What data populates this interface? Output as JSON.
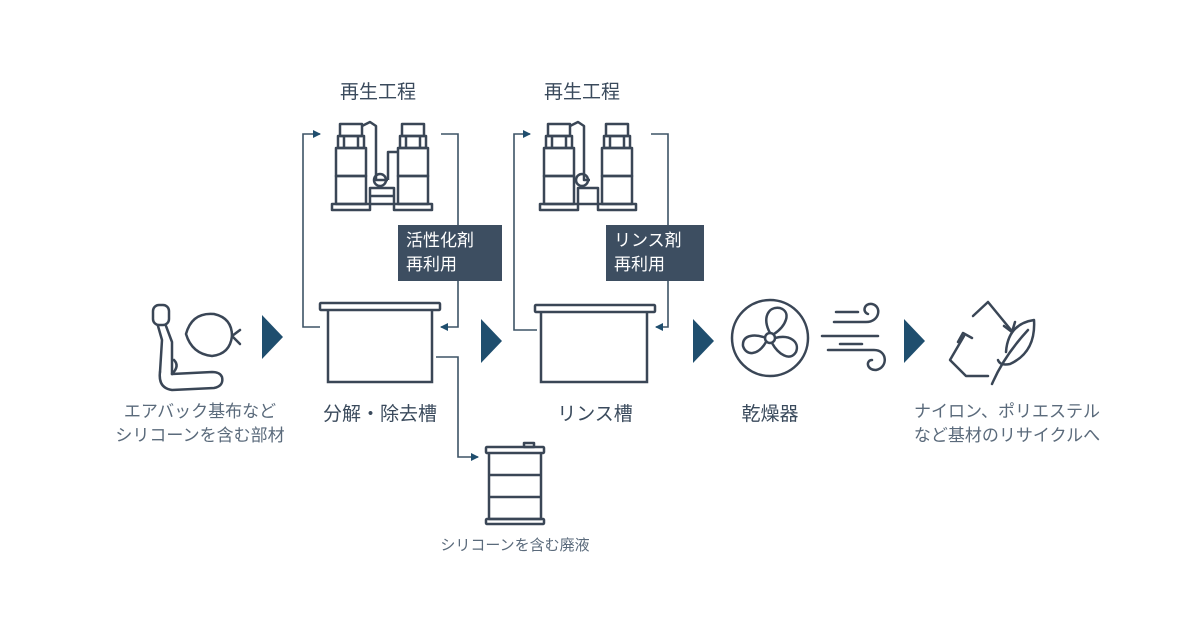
{
  "colors": {
    "accent": "#1f4e6e",
    "line": "#3d5366",
    "icon": "#3a4656",
    "tag_bg": "#3d4e61",
    "text": "#5a6a7b"
  },
  "labels": {
    "regen1_title": "再生工程",
    "regen2_title": "再生工程",
    "input_line1": "エアバック基布など",
    "input_line2": "シリコーンを含む部材",
    "tank1": "分解・除去槽",
    "tank2": "リンス槽",
    "dryer": "乾燥器",
    "output_line1": "ナイロン、ポリエステル",
    "output_line2": "など基材のリサイクルへ",
    "waste": "シリコーンを含む廃液",
    "tag1_line1": "活性化剤",
    "tag1_line2": "再利用",
    "tag2_line1": "リンス剤",
    "tag2_line2": "再利用"
  },
  "icons": [
    "car-seat-airbag-icon",
    "regeneration-plant-icon",
    "tank-icon",
    "drum-icon",
    "fan-icon",
    "wind-icon",
    "recycle-leaf-icon",
    "play-arrow-icon"
  ]
}
